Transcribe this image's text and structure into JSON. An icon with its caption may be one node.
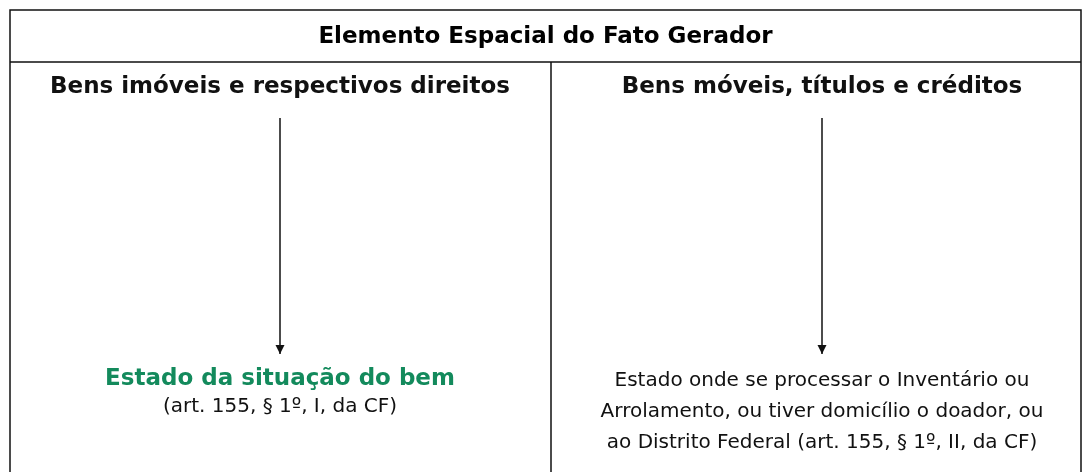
{
  "diagram": {
    "title": "Elemento Espacial do Fato Gerador",
    "nodes": [
      {
        "text": [
          "Bens imóveis e respectivos direitos"
        ]
      },
      {
        "text": [
          "Estado da situação do bem",
          "(art. 155, § 1º, I, da CF)"
        ]
      },
      {
        "text": [
          "Bens móveis, títulos e créditos"
        ]
      },
      {
        "text": [
          "Estado onde se processar o Inventário ou Arrolamento, ou tiver domicílio o doador, ou ao Distrito Federal (art. 155, § 1º, II, da CF)"
        ]
      }
    ],
    "edges": [
      {
        "from": 0,
        "to": 1,
        "arrow": "to"
      },
      {
        "from": 2,
        "to": 3,
        "arrow": "to"
      }
    ]
  }
}
